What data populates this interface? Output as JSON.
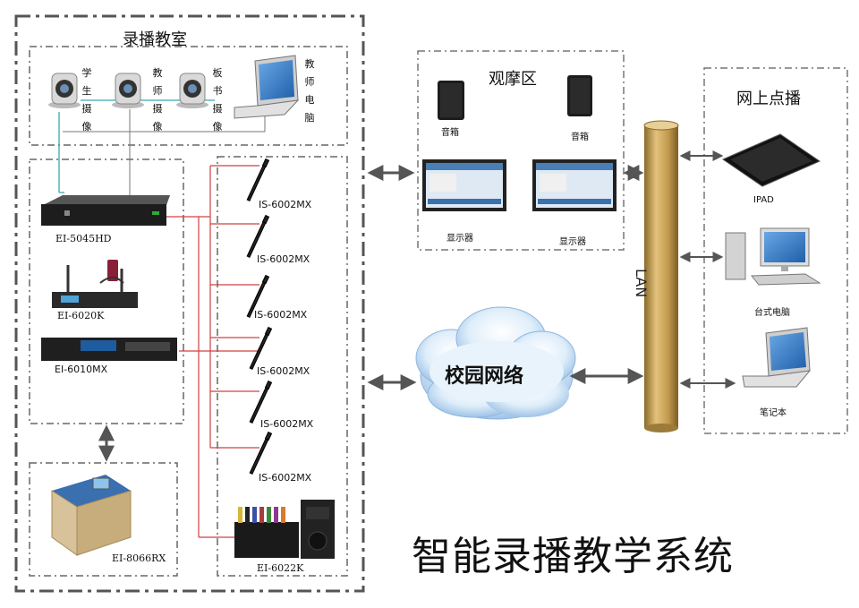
{
  "sections": {
    "recording_room": "录播教室",
    "observation": "观摩区",
    "online_vod": "网上点播"
  },
  "cameras": [
    "学生摄像",
    "教师摄像",
    "板书摄像"
  ],
  "teacher_pc": "教师电脑",
  "devices": {
    "host": "EI-5045HD",
    "wireless": "EI-6020K",
    "mixer": "EI-6010MX",
    "podium": "EI-8066RX",
    "charger": "EI-6022K"
  },
  "mics": [
    "IS-6002MX",
    "IS-6002MX",
    "IS-6002MX",
    "IS-6002MX",
    "IS-6002MX",
    "IS-6002MX"
  ],
  "observation_items": {
    "speaker1": "音箱",
    "speaker2": "音箱",
    "display1": "显示器",
    "display2": "显示器"
  },
  "network": {
    "campus": "校园网络",
    "lan": "LAN"
  },
  "clients": {
    "ipad": "IPAD",
    "desktop": "台式电脑",
    "laptop": "笔记本"
  },
  "main_title": "智能录播教学系统",
  "colors": {
    "dash": "#555555",
    "cyan_line": "#3aa6b5",
    "red_line": "#d04040",
    "lan_pole": "#c9a35a",
    "cloud": "#a9c9ea"
  }
}
